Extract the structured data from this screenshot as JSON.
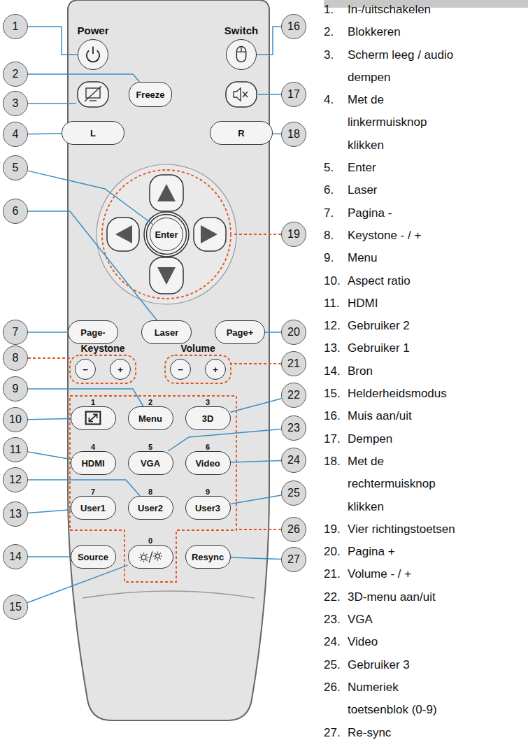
{
  "diagram": {
    "nodes": [
      {
        "text": [
          "1"
        ]
      },
      {
        "text": [
          "2"
        ]
      },
      {
        "text": [
          "3"
        ]
      },
      {
        "text": [
          "4"
        ]
      },
      {
        "text": [
          "5"
        ]
      },
      {
        "text": [
          "6"
        ]
      },
      {
        "text": [
          "7"
        ]
      },
      {
        "text": [
          "8"
        ]
      },
      {
        "text": [
          "9"
        ]
      },
      {
        "text": [
          "10"
        ]
      },
      {
        "text": [
          "11"
        ]
      },
      {
        "text": [
          "12"
        ]
      },
      {
        "text": [
          "13"
        ]
      },
      {
        "text": [
          "14"
        ]
      },
      {
        "text": [
          "15"
        ]
      },
      {
        "text": [
          "16"
        ]
      },
      {
        "text": [
          "17"
        ]
      },
      {
        "text": [
          "18"
        ]
      },
      {
        "text": [
          "19"
        ]
      },
      {
        "text": [
          "20"
        ]
      },
      {
        "text": [
          "21"
        ]
      },
      {
        "text": [
          "22"
        ]
      },
      {
        "text": [
          "23"
        ]
      },
      {
        "text": [
          "24"
        ]
      },
      {
        "text": [
          "25"
        ]
      },
      {
        "text": [
          "26"
        ]
      },
      {
        "text": [
          "27"
        ]
      },
      {
        "text": [
          "Power"
        ]
      },
      {
        "text": [
          "Switch"
        ]
      },
      {
        "text": [
          "Freeze"
        ]
      },
      {
        "text": [
          "L"
        ]
      },
      {
        "text": [
          "R"
        ]
      },
      {
        "text": [
          "Enter"
        ]
      },
      {
        "text": [
          "Page-"
        ]
      },
      {
        "text": [
          "Laser"
        ]
      },
      {
        "text": [
          "Page+"
        ]
      },
      {
        "text": [
          "−"
        ]
      },
      {
        "text": [
          "+"
        ]
      },
      {
        "text": [
          "−"
        ]
      },
      {
        "text": [
          "+"
        ]
      },
      {
        "text": [
          "1"
        ]
      },
      {
        "text": [
          "2",
          "Menu"
        ]
      },
      {
        "text": [
          "3",
          "3D"
        ]
      },
      {
        "text": [
          "4",
          "HDMI"
        ]
      },
      {
        "text": [
          "5",
          "VGA"
        ]
      },
      {
        "text": [
          "6",
          "Video"
        ]
      },
      {
        "text": [
          "7",
          "User1"
        ]
      },
      {
        "text": [
          "8",
          "User2"
        ]
      },
      {
        "text": [
          "9",
          "User3"
        ]
      },
      {
        "text": [
          "Source"
        ]
      },
      {
        "text": [
          "0"
        ]
      },
      {
        "text": [
          "Resync"
        ]
      }
    ],
    "edges": [
      {
        "from": 0,
        "to": 27,
        "arrow": "none"
      },
      {
        "from": 1,
        "to": 29,
        "arrow": "none"
      },
      {
        "from": 3,
        "to": 30,
        "arrow": "none"
      },
      {
        "from": 4,
        "to": 32,
        "arrow": "none"
      },
      {
        "from": 5,
        "to": 34,
        "arrow": "none"
      },
      {
        "from": 6,
        "to": 33,
        "arrow": "none"
      },
      {
        "from": 8,
        "to": 41,
        "arrow": "none"
      },
      {
        "from": 9,
        "to": 40,
        "arrow": "none"
      },
      {
        "from": 10,
        "to": 43,
        "arrow": "none"
      },
      {
        "from": 11,
        "to": 47,
        "arrow": "none"
      },
      {
        "from": 12,
        "to": 46,
        "arrow": "none"
      },
      {
        "from": 13,
        "to": 49,
        "arrow": "none"
      },
      {
        "from": 14,
        "to": 50,
        "arrow": "none"
      },
      {
        "from": 15,
        "to": 28,
        "arrow": "none"
      },
      {
        "from": 17,
        "to": 31,
        "arrow": "none"
      },
      {
        "from": 19,
        "to": 35,
        "arrow": "none"
      },
      {
        "from": 21,
        "to": 42,
        "arrow": "none"
      },
      {
        "from": 22,
        "to": 44,
        "arrow": "none"
      },
      {
        "from": 23,
        "to": 45,
        "arrow": "none"
      },
      {
        "from": 24,
        "to": 48,
        "arrow": "none"
      },
      {
        "from": 26,
        "to": 51,
        "arrow": "none"
      }
    ],
    "labels": [
      "Keystone",
      "Volume",
      "1.",
      "In-/uitschakelen",
      "2.",
      "Blokkeren",
      "3.",
      "Scherm leeg / audio dempen",
      "4.",
      "Met de linkermuisknop klikken",
      "5.",
      "Enter",
      "6.",
      "Laser",
      "7.",
      "Pagina -",
      "8.",
      "Keystone - / +",
      "9.",
      "Menu",
      "10.",
      "Aspect ratio",
      "11.",
      "HDMI",
      "12.",
      "Gebruiker 2",
      "13.",
      "Gebruiker 1",
      "14.",
      "Bron",
      "15.",
      "Helderheidsmodus",
      "16.",
      "Muis aan/uit",
      "17.",
      "Dempen",
      "18.",
      "Met de rechtermuisknop klikken",
      "19.",
      "Vier richtingstoetsen",
      "20.",
      "Pagina +",
      "21.",
      "Volume - / +",
      "22.",
      "3D-menu aan/uit",
      "23.",
      "VGA",
      "24.",
      "Video",
      "25.",
      "Gebruiker 3",
      "26.",
      "Numeriek toetsenblok (0-9)",
      "27.",
      "Re-sync"
    ]
  }
}
